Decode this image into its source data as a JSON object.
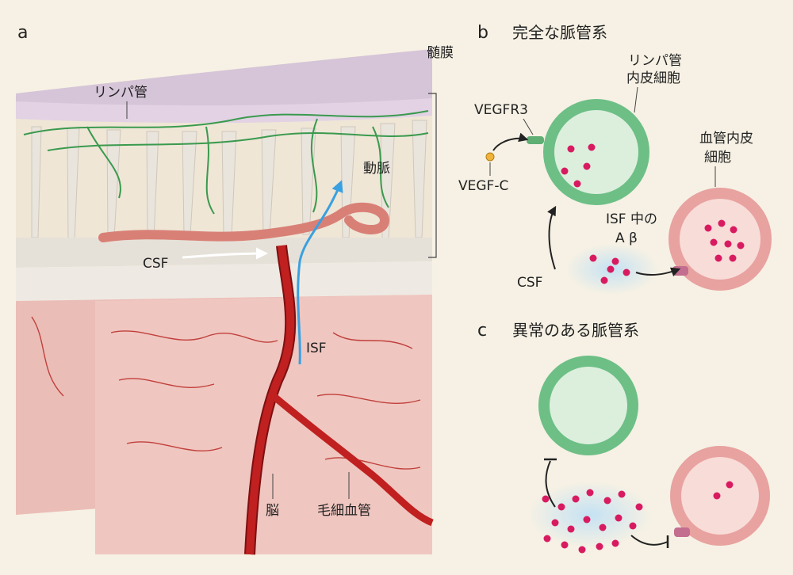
{
  "panels": {
    "a": {
      "letter": "a",
      "labels": {
        "meninges": "髄膜",
        "lymph_vessel": "リンパ管",
        "artery": "動脈",
        "csf": "CSF",
        "isf": "ISF",
        "brain": "脳",
        "capillary": "毛細血管"
      }
    },
    "b": {
      "letter": "b",
      "title": "完全な脈管系",
      "labels": {
        "lec": "リンパ管",
        "lec2": "内皮細胞",
        "bec": "血管内皮",
        "bec2": "細胞",
        "vegfr3": "VEGFR3",
        "vegfc": "VEGF-C",
        "isf_ab1": "ISF 中の",
        "isf_ab2": "A β",
        "csf": "CSF"
      }
    },
    "c": {
      "letter": "c",
      "title": "異常のある脈管系"
    }
  },
  "colors": {
    "background": "#f6f1e4",
    "lymph_green": "#6dbf86",
    "lymph_fill": "#dcefdd",
    "blood_pink": "#e8a2a0",
    "blood_fill": "#f8dcd8",
    "abeta_magenta": "#d81b60",
    "artery_red": "#c0201f",
    "csf_blue": "#3aa0e0",
    "meninges_lilac": "#d9c9dc",
    "brain_pink": "#eab9b5"
  }
}
